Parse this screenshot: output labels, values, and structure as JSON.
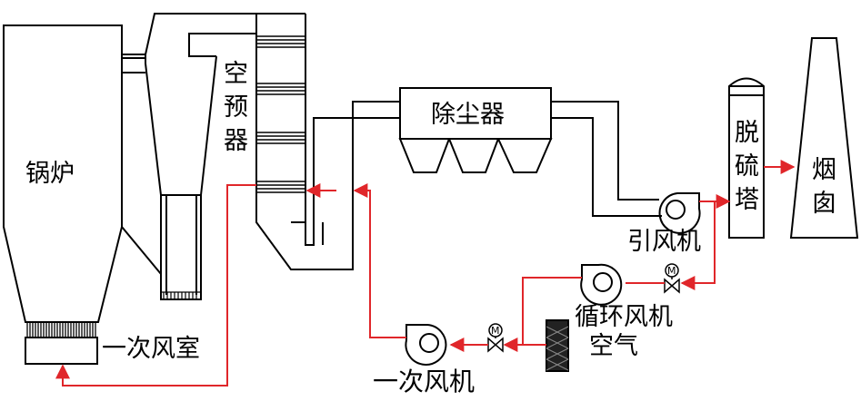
{
  "labels": {
    "boiler": "锅炉",
    "primary_air_chamber": "一次风室",
    "air_preheater": [
      "空",
      "预",
      "器"
    ],
    "dust_collector": "除尘器",
    "desulfurization_tower": [
      "脱",
      "硫",
      "塔"
    ],
    "chimney": [
      "烟",
      "囱"
    ],
    "induced_draft_fan": "引风机",
    "recirculation_fan": "循环风机",
    "air": "空气",
    "primary_air_fan": "一次风机",
    "motor_symbol": "M"
  },
  "colors": {
    "gas_line": "#000000",
    "air_flow": "#e0262a"
  }
}
